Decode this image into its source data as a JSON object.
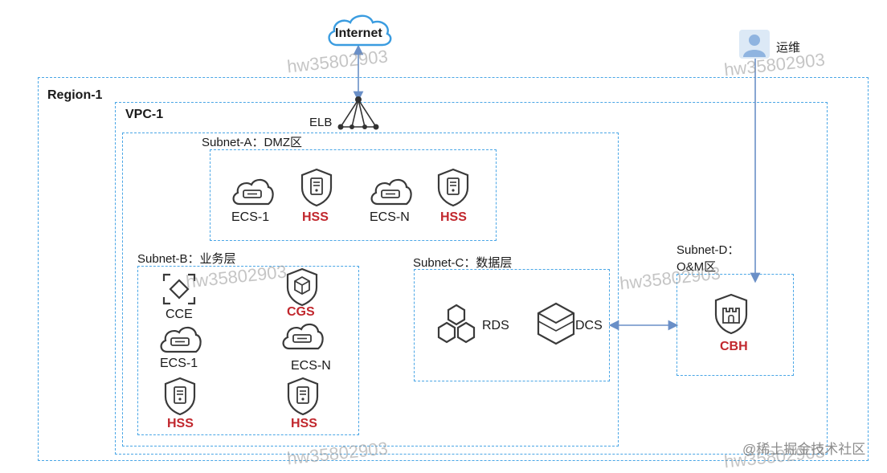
{
  "internet": "Internet",
  "ops": "运维",
  "region": "Region-1",
  "vpc": "VPC-1",
  "elb": "ELB",
  "subnet_a": {
    "title": "Subnet-A：DMZ区",
    "items": [
      "ECS-1",
      "HSS",
      "ECS-N",
      "HSS"
    ]
  },
  "subnet_b": {
    "title": "Subnet-B：业务层",
    "items": [
      "CCE",
      "CGS",
      "ECS-1",
      "ECS-N",
      "HSS",
      "HSS"
    ]
  },
  "subnet_c": {
    "title": "Subnet-C：数据层",
    "items": [
      "RDS",
      "DCS"
    ]
  },
  "subnet_d": {
    "title_line1": "Subnet-D：",
    "title_line2": "O&M区",
    "items": [
      "CBH"
    ]
  },
  "watermark": "hw35802903",
  "footer": "@稀土掘金技术社区",
  "colors": {
    "dash": "#4aa6e6",
    "arrow": "#6a8fc7",
    "accent": "#c1272d",
    "icon": "#3a3a3a"
  }
}
